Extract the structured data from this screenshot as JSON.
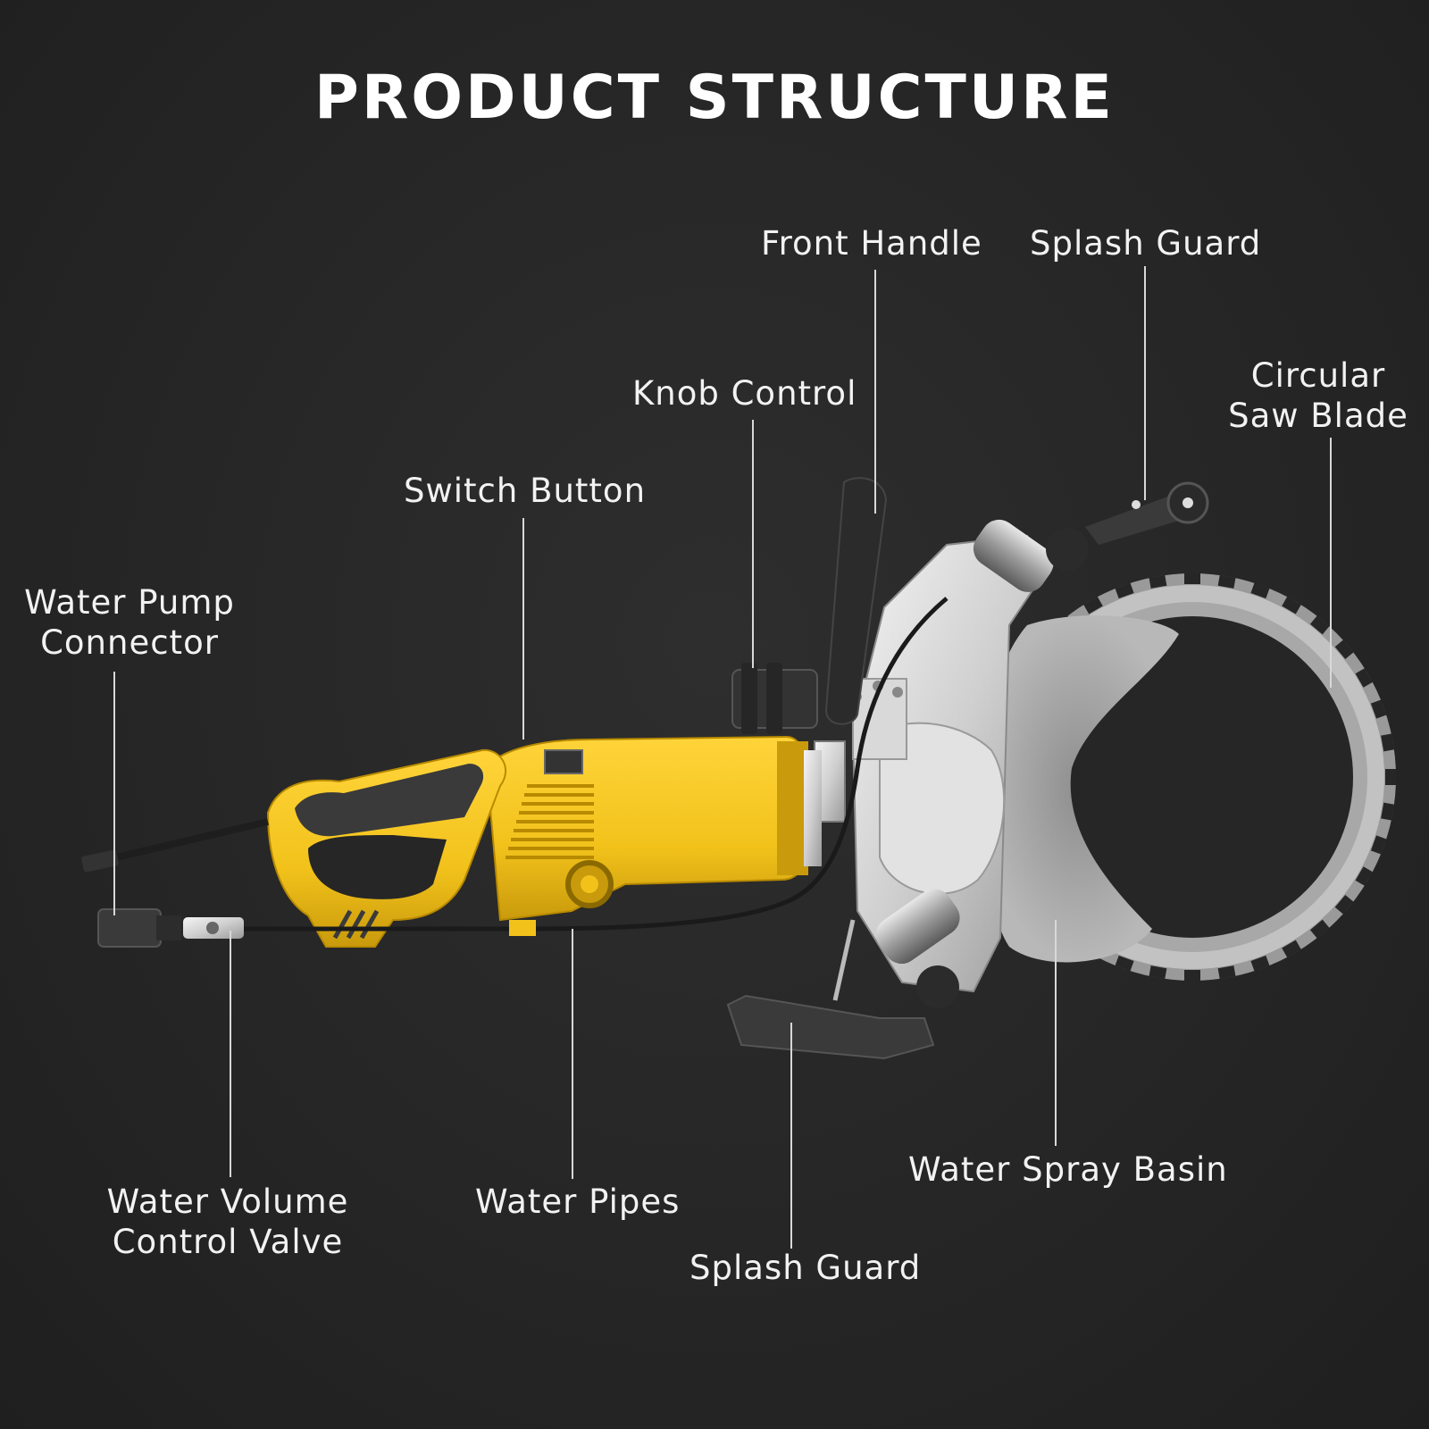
{
  "title": "PRODUCT STRUCTURE",
  "labels": {
    "front_handle": "Front Handle",
    "splash_guard_top": "Splash Guard",
    "circular_saw_blade": [
      "Circular",
      "Saw Blade"
    ],
    "knob_control": "Knob Control",
    "switch_button": "Switch Button",
    "water_pump_connector": [
      "Water Pump",
      "Connector"
    ],
    "water_volume_control_valve": [
      "Water Volume",
      "Control Valve"
    ],
    "water_pipes": "Water Pipes",
    "splash_guard_bottom": "Splash Guard",
    "water_spray_basin": "Water Spray Basin"
  },
  "colors": {
    "background": "#262626",
    "tool_body": "#f2c21b",
    "grip": "#3a3a3a",
    "metal": "#cfcfcf",
    "blade": "#bdbdbd"
  }
}
